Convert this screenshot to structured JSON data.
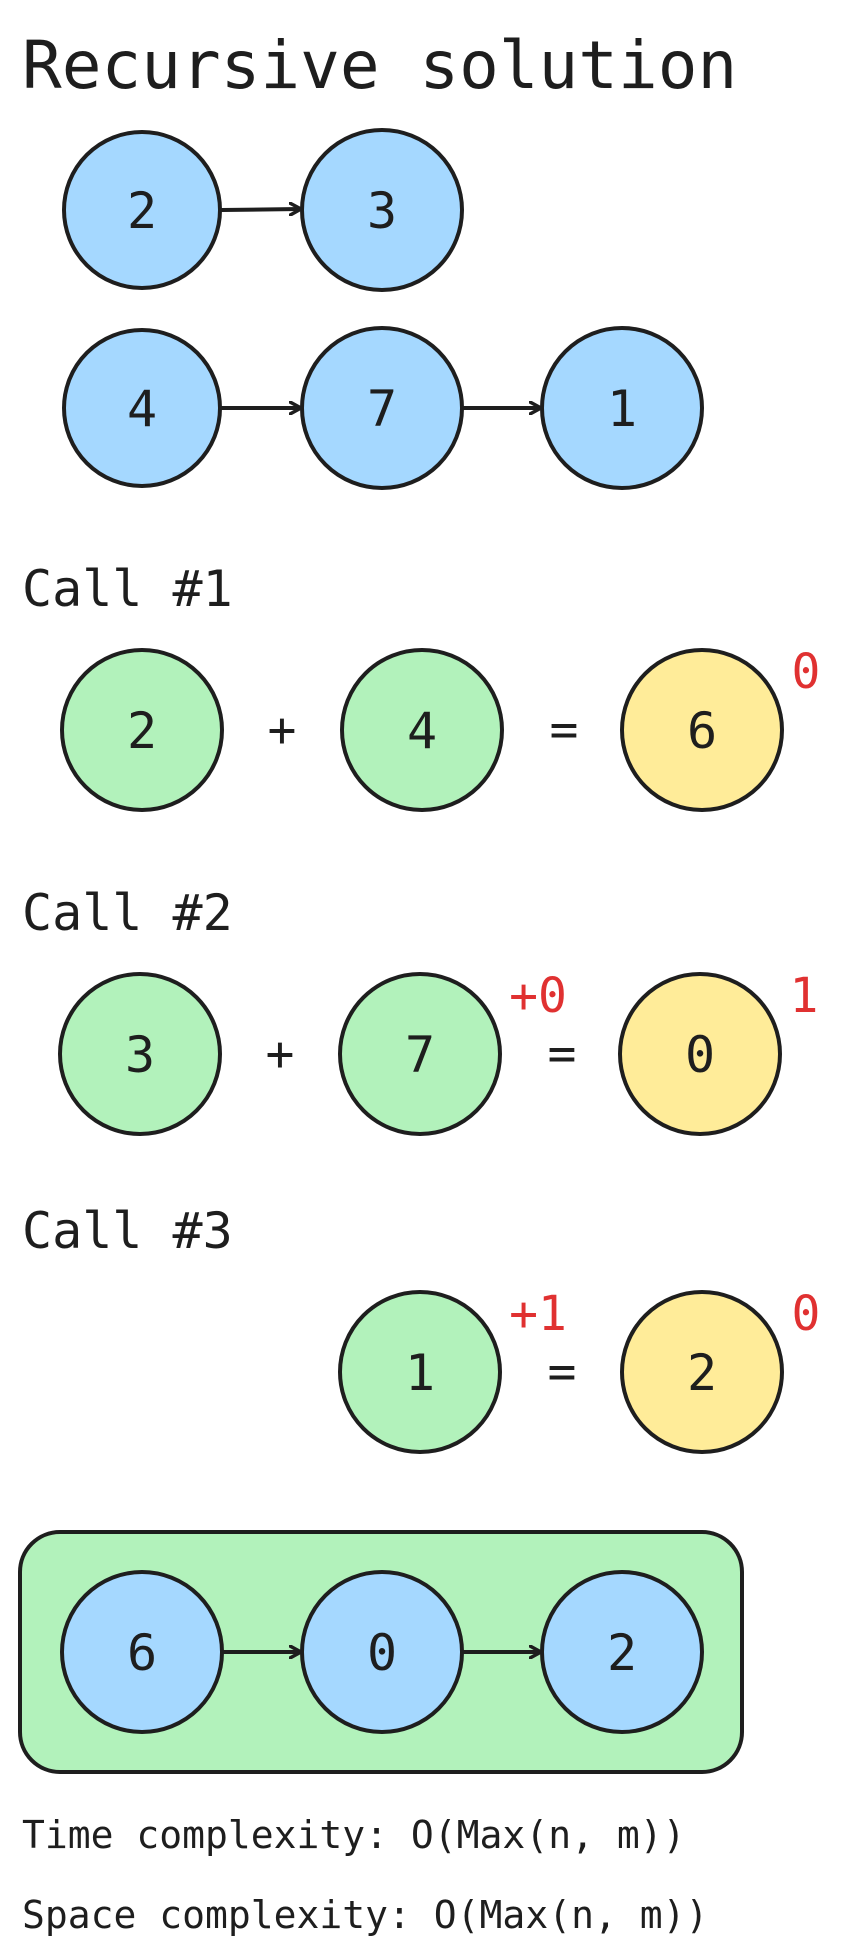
{
  "title": "Recursive solution",
  "colors": {
    "list_node": "#a5d8ff",
    "operand_node": "#b2f2bb",
    "sum_node": "#ffec99",
    "carry_text": "#e03131",
    "result_box": "#b2f2bb",
    "stroke": "#1e1e1e"
  },
  "input_lists": [
    {
      "nodes": [
        "2",
        "3"
      ]
    },
    {
      "nodes": [
        "4",
        "7",
        "1"
      ]
    }
  ],
  "calls": [
    {
      "heading": "Call #1",
      "operand_a": "2",
      "plus": "+",
      "operand_b": "4",
      "carry_in": "",
      "equals": "=",
      "sum": "6",
      "carry_out": "0"
    },
    {
      "heading": "Call #2",
      "operand_a": "3",
      "plus": "+",
      "operand_b": "7",
      "carry_in": "+0",
      "equals": "=",
      "sum": "0",
      "carry_out": "1"
    },
    {
      "heading": "Call #3",
      "operand_a": "",
      "plus": "",
      "operand_b": "1",
      "carry_in": "+1",
      "equals": "=",
      "sum": "2",
      "carry_out": "0"
    }
  ],
  "result_list": {
    "nodes": [
      "6",
      "0",
      "2"
    ]
  },
  "complexity": {
    "time": "Time complexity: O(Max(n, m))",
    "space": "Space complexity: O(Max(n, m))"
  }
}
